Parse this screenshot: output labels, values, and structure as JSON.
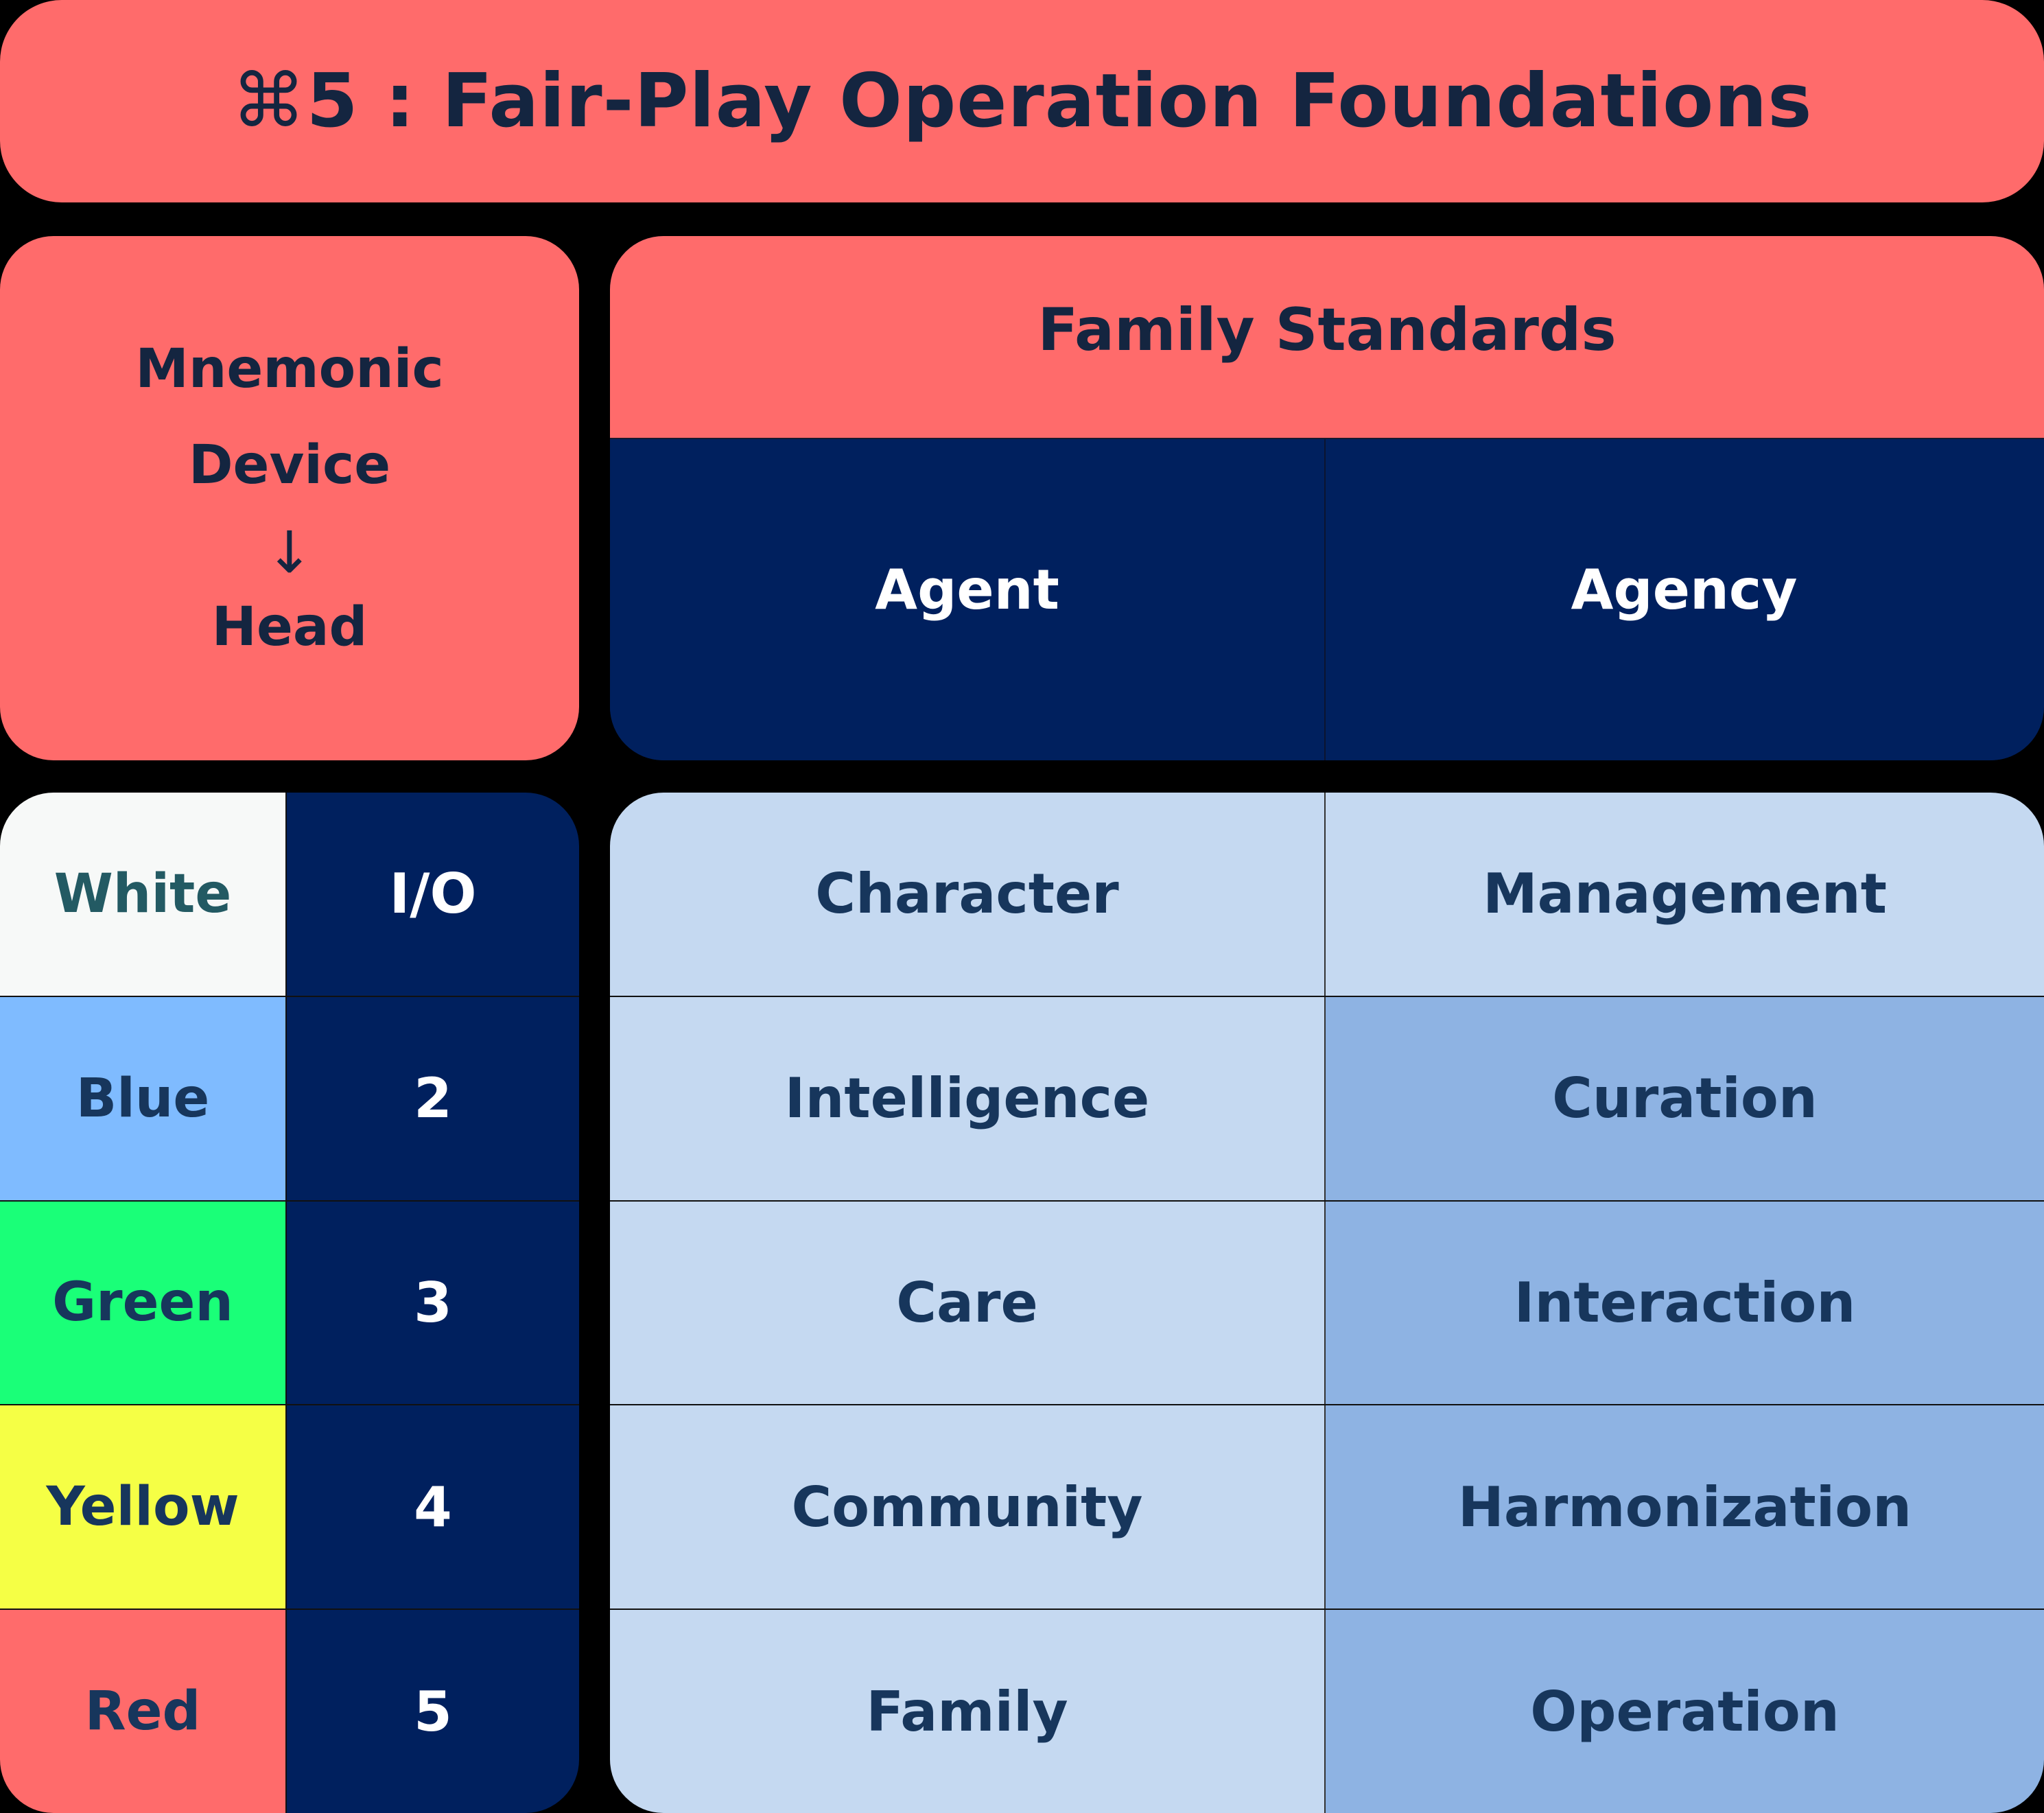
{
  "title": {
    "icon": "⌘",
    "text": "5 : Fair-Play Operation Foundations"
  },
  "mnemonic": {
    "line1": "Mnemonic",
    "line2": "Device",
    "arrow": "↓",
    "line3": "Head"
  },
  "standards": {
    "title": "Family Standards",
    "columns": [
      "Agent",
      "Agency"
    ]
  },
  "colors": {
    "header_bg": "#ff6b6b",
    "navy": "#00205e",
    "light_blue_cell": "#c5d9f1",
    "mid_blue_cell": "#8eb3e3",
    "text_dark": "#17365c"
  },
  "rows": [
    {
      "color": "White",
      "swatch": "#f7f9f8",
      "text_color": "#235a63",
      "number": "I/O",
      "agent": "Character",
      "agency": "Management",
      "agency_light": true
    },
    {
      "color": "Blue",
      "swatch": "#7fbbff",
      "text_color": "#17365c",
      "number": "2",
      "agent": "Intelligence",
      "agency": "Curation",
      "agency_light": false
    },
    {
      "color": "Green",
      "swatch": "#1aff78",
      "text_color": "#17365c",
      "number": "3",
      "agent": "Care",
      "agency": "Interaction",
      "agency_light": false
    },
    {
      "color": "Yellow",
      "swatch": "#f5ff45",
      "text_color": "#17365c",
      "number": "4",
      "agent": "Community",
      "agency": "Harmonization",
      "agency_light": false
    },
    {
      "color": "Red",
      "swatch": "#ff6b6b",
      "text_color": "#17365c",
      "number": "5",
      "agent": "Family",
      "agency": "Operation",
      "agency_light": false
    }
  ]
}
